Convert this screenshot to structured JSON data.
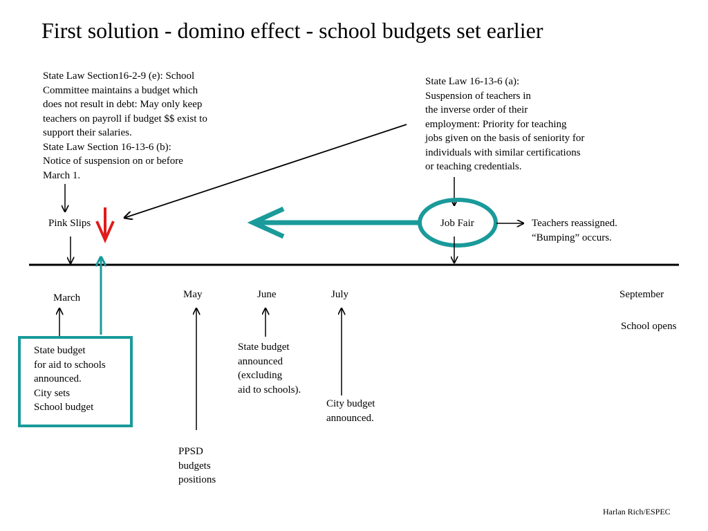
{
  "title": "First solution - domino effect - school budgets set earlier",
  "state_law_left": "State Law Section16-2-9 (e): School\nCommittee maintains a budget which\ndoes not result in debt: May only keep\nteachers on payroll if budget $$ exist to\nsupport their salaries.\nState Law Section 16-13-6 (b):\nNotice of suspension on or before\nMarch 1.",
  "state_law_right": "State Law 16-13-6 (a):\nSuspension of teachers in\nthe inverse order of their\nemployment: Priority for teaching\njobs given on the basis of seniority for\nindividuals with similar certifications\nor teaching credentials.",
  "pink_slips": "Pink Slips",
  "job_fair": "Job Fair",
  "reassigned": "Teachers reassigned.\n“Bumping” occurs.",
  "months": {
    "march": "March",
    "may": "May",
    "june": "June",
    "july": "July",
    "september": "September"
  },
  "school_opens": "School opens",
  "state_budget_box": "State budget\nfor aid to schools\nannounced.\nCity sets\nSchool budget",
  "june_note": "State budget\nannounced\n(excluding\naid to schools).",
  "july_note": "City budget\nannounced.",
  "may_note": "PPSD\nbudgets\npositions",
  "credit": "Harlan Rich/ESPEC",
  "colors": {
    "teal": "#1a9a9a",
    "red": "#e01b1b",
    "black": "#000000"
  }
}
